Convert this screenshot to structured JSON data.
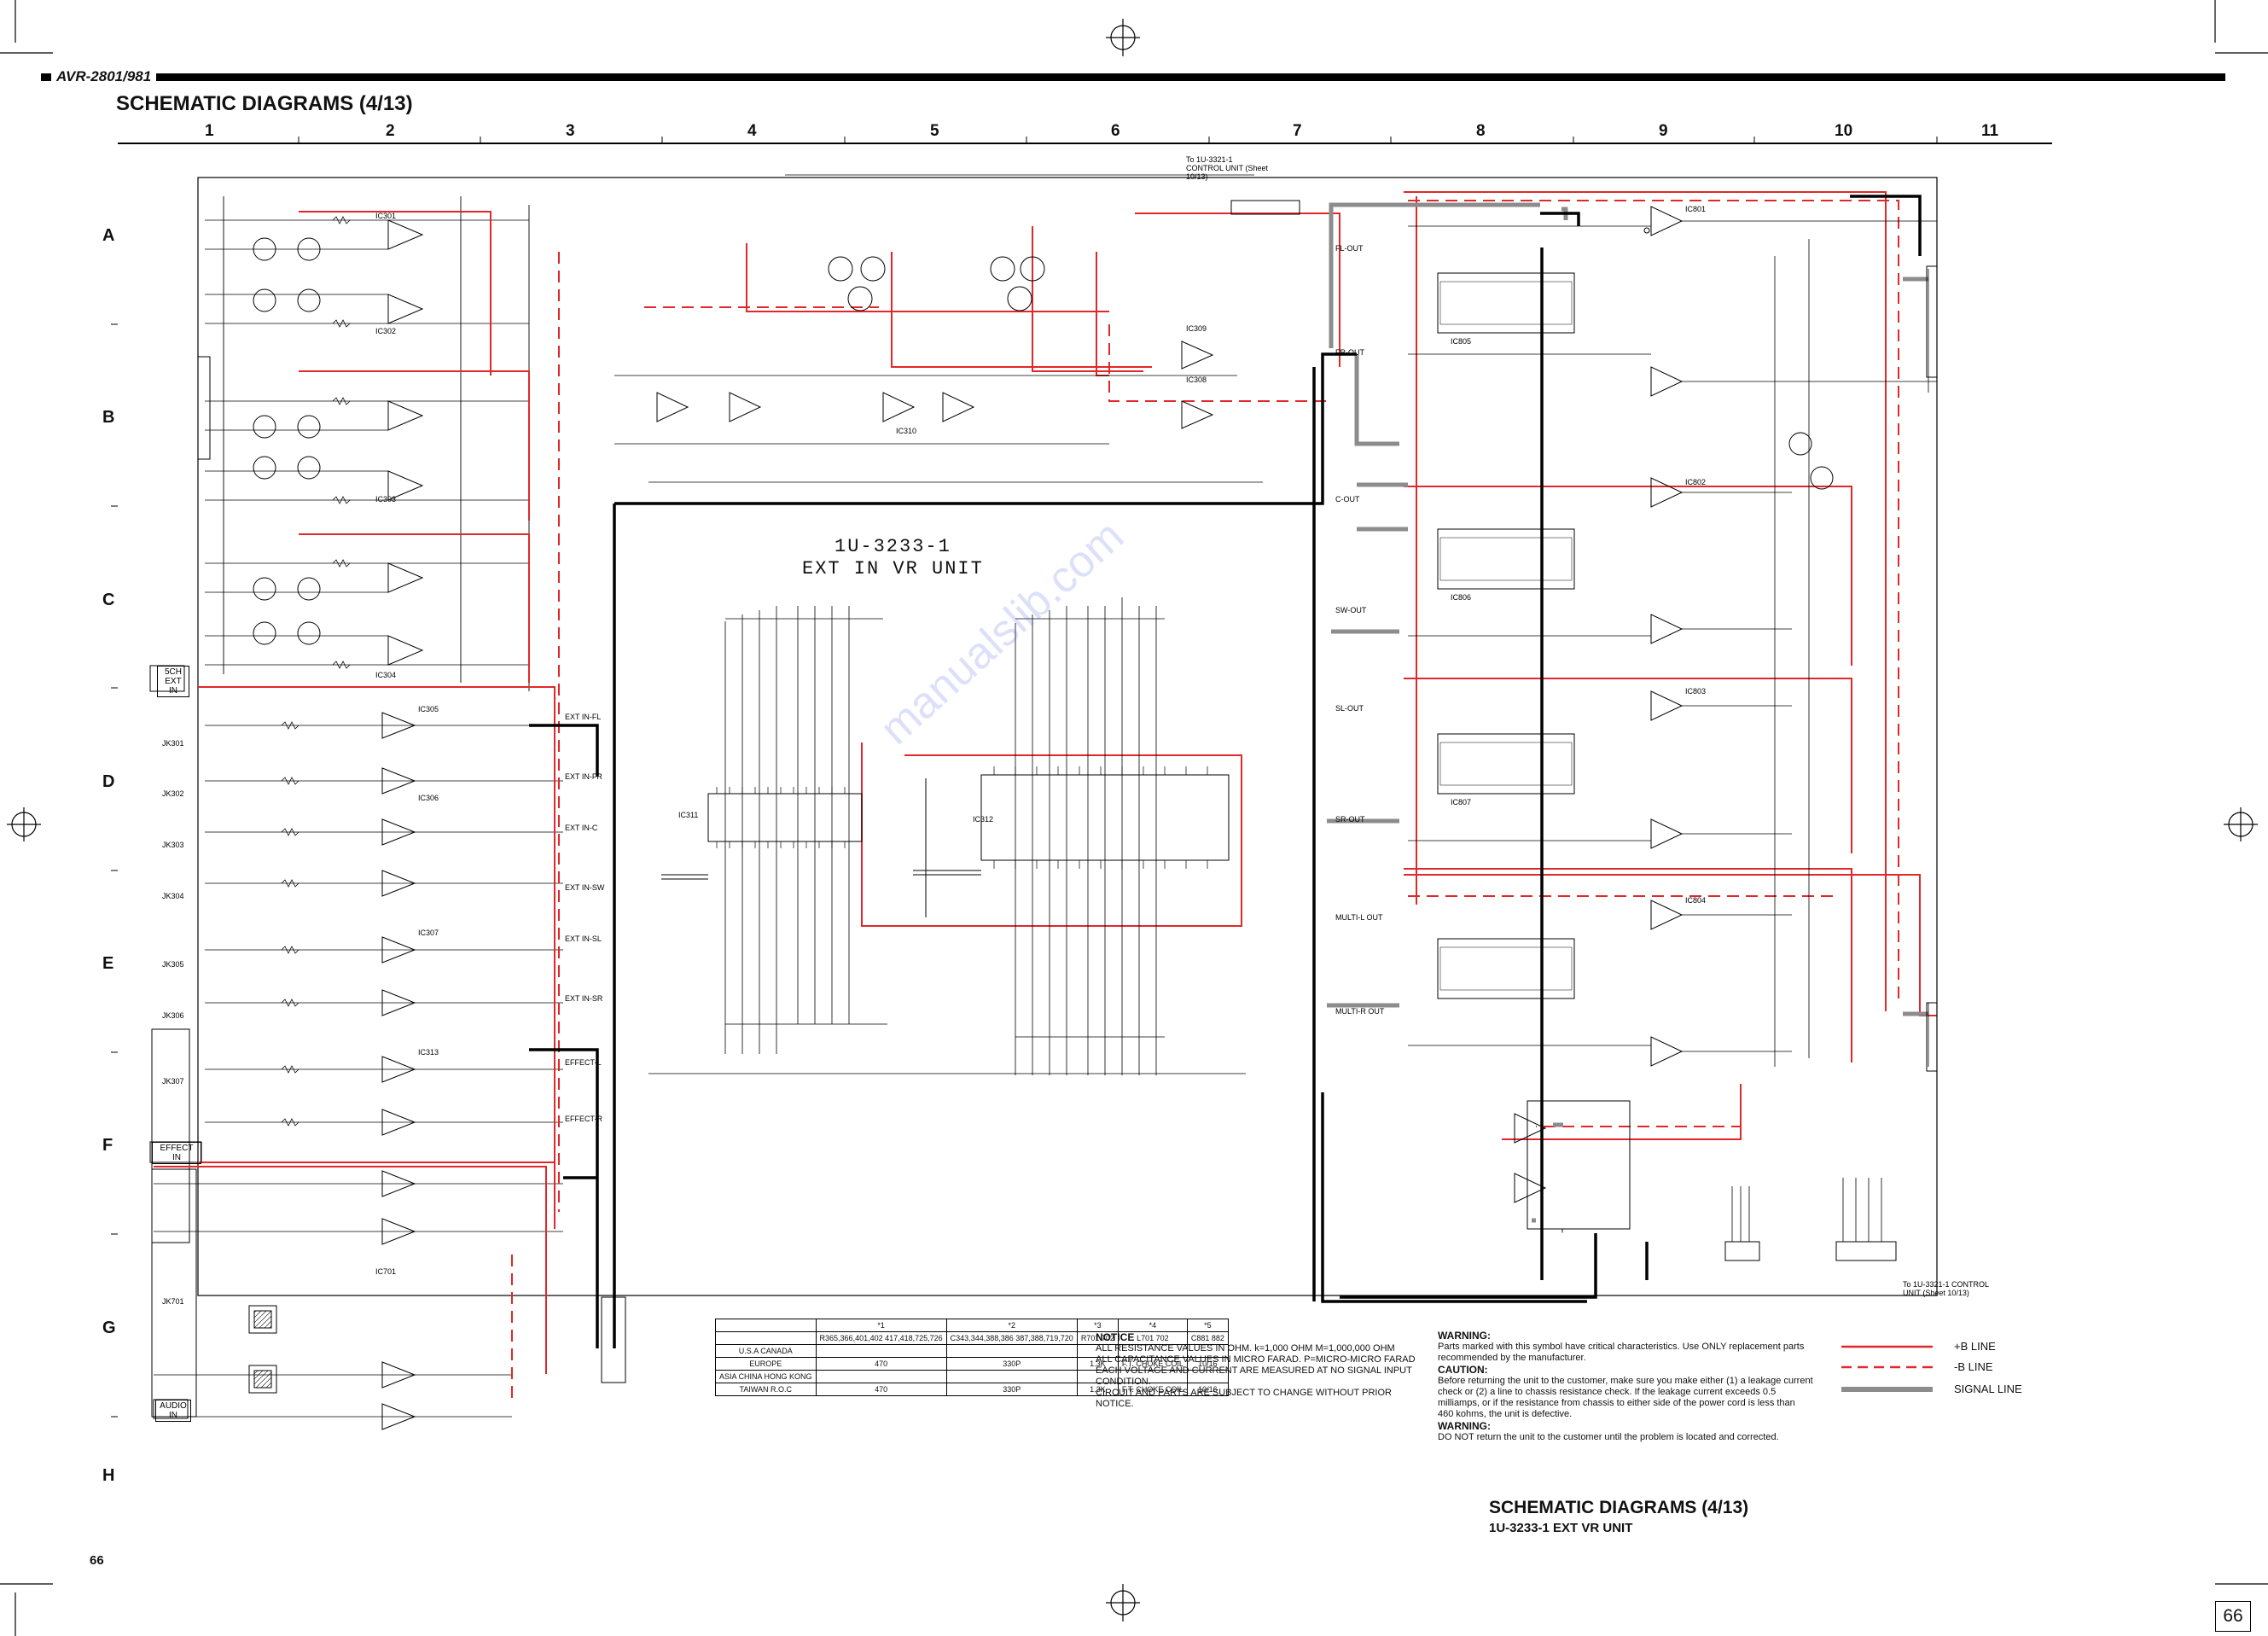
{
  "header": {
    "model": "AVR-2801/981",
    "sheet_title": "SCHEMATIC DIAGRAMS (4/13)"
  },
  "grid": {
    "columns": [
      "1",
      "2",
      "3",
      "4",
      "5",
      "6",
      "7",
      "8",
      "9",
      "10",
      "11"
    ],
    "rows": [
      "A",
      "B",
      "C",
      "D",
      "E",
      "F",
      "G",
      "H"
    ]
  },
  "unit": {
    "code": "1U-3233-1",
    "name": "EXT IN VR UNIT"
  },
  "sections": {
    "sch_ext_in": "5CH EXT IN",
    "effect_in": "EFFECT IN",
    "audio_in": "AUDIO IN",
    "connector_top": "To 1U-3321-1 CONTROL UNIT (Sheet 10/13)",
    "connector_bottom": "To 1U-3321-1 CONTROL UNIT (Sheet 10/13)"
  },
  "signals": {
    "outputs_left": [
      "EXT IN-FL",
      "EXT IN-FR",
      "EXT IN-C",
      "EXT IN-SW",
      "EXT IN-SL",
      "EXT IN-SR",
      "EFFECT-L",
      "EFFECT-R"
    ],
    "right_outputs": [
      "FL-OUT",
      "FR-OUT",
      "C-OUT",
      "SW-OUT",
      "SL-OUT",
      "SR-OUT",
      "MULTI-L OUT",
      "MULTI-R OUT"
    ],
    "jacks": [
      "JK301",
      "JK302",
      "JK303",
      "JK304",
      "JK305",
      "JK306",
      "JK307",
      "JK701"
    ],
    "ics": [
      "IC301",
      "IC302",
      "IC303",
      "IC304",
      "IC305",
      "IC306",
      "IC307",
      "IC308",
      "IC309",
      "IC310",
      "IC311",
      "IC312",
      "IC313",
      "IC701",
      "IC801",
      "IC802",
      "IC803",
      "IC804",
      "IC805",
      "IC806",
      "IC807"
    ]
  },
  "model_table": {
    "headers": [
      "",
      "*1",
      "*2",
      "*3",
      "*4",
      "*5"
    ],
    "subheaders": [
      "",
      "R365,366,401,402 417,418,725,726",
      "C343,344,388,386 387,388,719,720",
      "R701 702",
      "L701 702",
      "C881 882"
    ],
    "rows": [
      [
        "U.S.A CANADA",
        "",
        "",
        "",
        "",
        ""
      ],
      [
        "EUROPE",
        "470",
        "330P",
        "1.3K",
        "F.T. CHOKE COIL",
        "10/16"
      ],
      [
        "ASIA CHINA HONG KONG",
        "",
        "",
        "",
        "",
        ""
      ],
      [
        "TAIWAN R.O.C",
        "470",
        "330P",
        "1.3K",
        "F.T. CHOKE COIL",
        "10/16"
      ]
    ]
  },
  "notice": {
    "title": "NOTICE",
    "lines": [
      "ALL RESISTANCE VALUES IN OHM. k=1,000 OHM M=1,000,000 OHM",
      "ALL CAPACITANCE VALUES IN MICRO FARAD. P=MICRO-MICRO FARAD",
      "EACH VOLTAGE AND CURRENT ARE MEASURED AT NO SIGNAL INPUT CONDITION.",
      "CIRCUIT AND PARTS ARE SUBJECT TO CHANGE WITHOUT PRIOR NOTICE."
    ]
  },
  "warning": {
    "title1": "WARNING:",
    "text1": "Parts marked with this symbol have critical characteristics. Use ONLY replacement parts recommended by the manufacturer.",
    "title2": "CAUTION:",
    "text2": "Before returning the unit to the customer, make sure you make either (1) a leakage current check or (2) a line to chassis resistance check. If the leakage current exceeds 0.5 milliamps, or if the resistance from chassis to either side of the power cord is less than 460 kohms, the unit is defective.",
    "title3": "WARNING:",
    "text3": "DO NOT return the unit to the customer until the problem is located and corrected."
  },
  "legend": {
    "items": [
      {
        "label": "+B LINE",
        "color": "#e0282a",
        "style": "solid"
      },
      {
        "label": "-B LINE",
        "color": "#e0282a",
        "style": "dashed"
      },
      {
        "label": "SIGNAL LINE",
        "color": "#8c8c8c",
        "style": "thick"
      }
    ]
  },
  "footer": {
    "title": "SCHEMATIC DIAGRAMS (4/13)",
    "subtitle": "1U-3233-1 EXT VR UNIT",
    "page": "66",
    "page_box": "66"
  },
  "watermark": "manualslib.com",
  "colors": {
    "plus_b": "#e0282a",
    "signal": "#8c8c8c",
    "ink": "#000000"
  }
}
